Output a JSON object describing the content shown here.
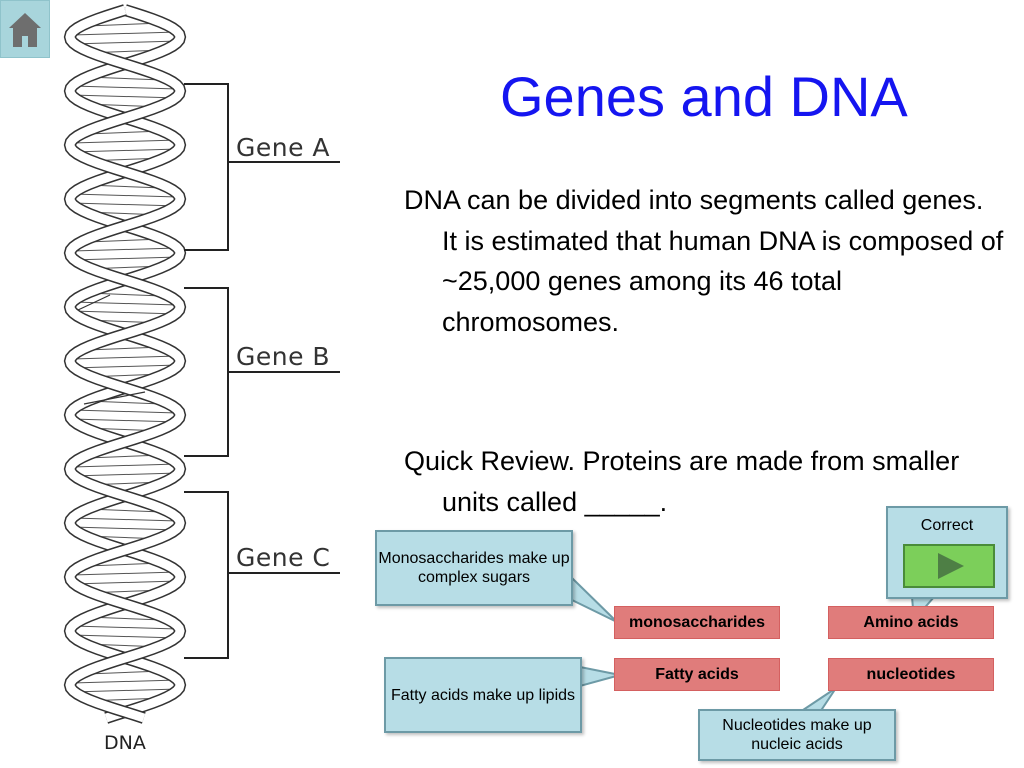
{
  "slide": {
    "title": "Genes and DNA",
    "paragraphs": [
      "DNA can be divided into segments called genes. It is estimated that human DNA is composed of ~25,000 genes among its 46 total chromosomes.",
      "Quick Review. Proteins are made from smaller units called _____."
    ]
  },
  "figure": {
    "gene_labels": [
      "Gene A",
      "Gene B",
      "Gene C"
    ],
    "dna_label": "DNA"
  },
  "answers": [
    {
      "label": "monosaccharides"
    },
    {
      "label": "Amino acids"
    },
    {
      "label": "Fatty acids"
    },
    {
      "label": "nucleotides"
    }
  ],
  "feedback": {
    "monosaccharides": "Monosaccharides make up complex sugars",
    "fatty_acids": "Fatty acids make up lipids",
    "nucleotides": "Nucleotides make up nucleic acids",
    "correct": "Correct"
  },
  "icons": {
    "home": "home-icon",
    "play": "play-arrow-icon"
  },
  "colors": {
    "title": "#1515f0",
    "answer_fill": "#e07c7b",
    "callout_fill": "#b7dde6",
    "play_fill": "#7ccf5a"
  }
}
